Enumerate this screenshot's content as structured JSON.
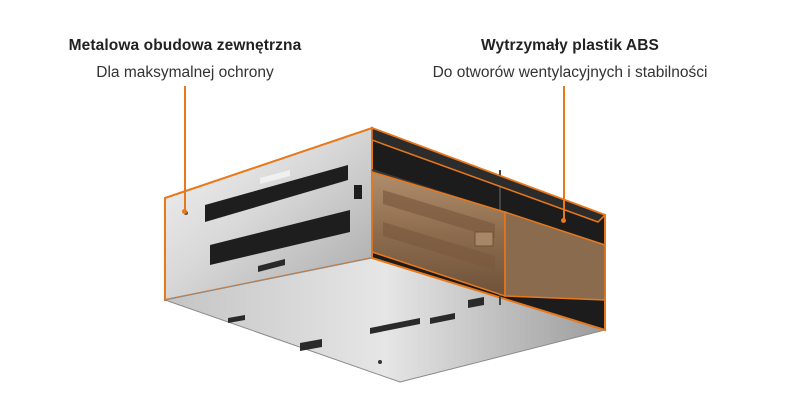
{
  "annotations": {
    "left": {
      "title": "Metalowa obudowa zewnętrzna",
      "subtitle": "Dla maksymalnej ochrony"
    },
    "right": {
      "title": "Wytrzymały plastik ABS",
      "subtitle": "Do otworów wentylacyjnych i stabilności"
    }
  },
  "colors": {
    "accent": "#e8781c",
    "plastic": "#9a7a5c",
    "metal": "#cfcfcf",
    "dark": "#1c1c1c"
  }
}
